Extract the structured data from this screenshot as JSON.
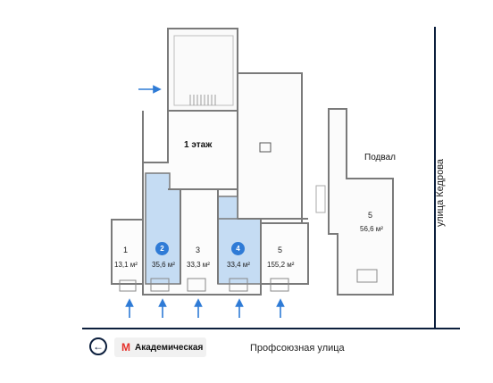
{
  "floor_label": "1 этаж",
  "basement_label": "Подвал",
  "rooms": [
    {
      "num": "1",
      "area": "13,1 м²",
      "highlight": false
    },
    {
      "num": "2",
      "area": "35,6 м²",
      "highlight": true
    },
    {
      "num": "3",
      "area": "33,3 м²",
      "highlight": false
    },
    {
      "num": "4",
      "area": "33,4 м²",
      "highlight": true
    },
    {
      "num": "5",
      "area": "155,2 м²",
      "highlight": false
    }
  ],
  "basement_room": {
    "num": "5",
    "area": "56,6 м²"
  },
  "streets": {
    "bottom": "Профсоюзная улица",
    "right": "улица Кедрова"
  },
  "metro": {
    "label": "Академическая",
    "icon": "metro-m-icon",
    "color": "#e5302a"
  },
  "colors": {
    "highlight": "#c5dcf3",
    "badge": "#2f7bd6",
    "arrow": "#2f7bd6",
    "wall": "#7a7a7a"
  }
}
